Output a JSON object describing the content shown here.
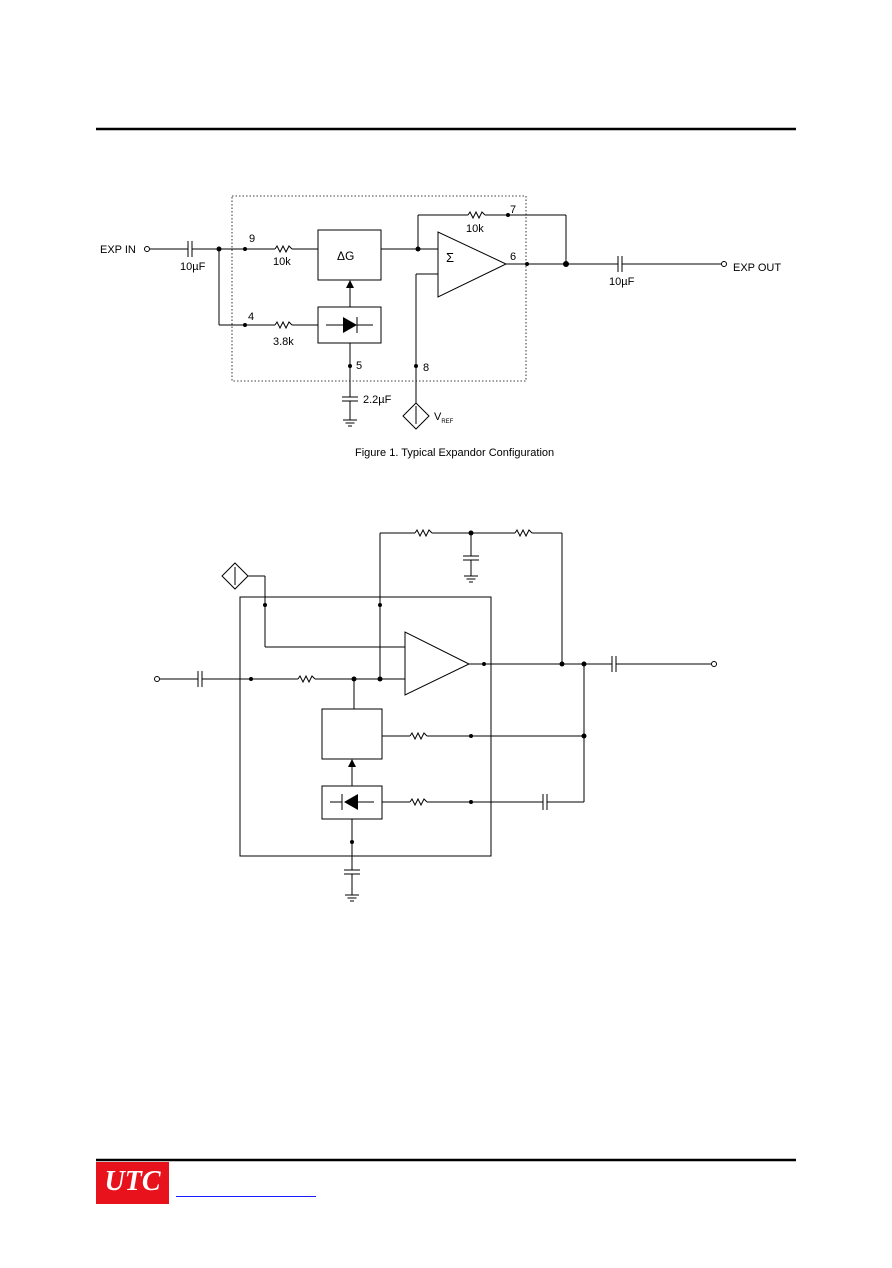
{
  "header": {
    "rule_color": "#000000"
  },
  "figure1": {
    "caption": "Figure 1. Typical Expandor Configuration",
    "labels": {
      "exp_in": "EXP IN",
      "exp_out": "EXP OUT",
      "cap_in": "10µF",
      "cap_out": "10µF",
      "r_pin9": "10k",
      "r_pin4": "3.8k",
      "r_feedback": "10k",
      "cap_rect": "2.2µF",
      "vref": "V",
      "vref_sub": "REF",
      "delta_g": "ΔG",
      "sigma": "Σ",
      "pin9": "9",
      "pin4": "4",
      "pin5": "5",
      "pin8": "8",
      "pin7": "7",
      "pin6": "6"
    }
  },
  "footer": {
    "logo_text": "UTC",
    "logo_color": "#e8121c",
    "link_color": "#1a1aff"
  }
}
